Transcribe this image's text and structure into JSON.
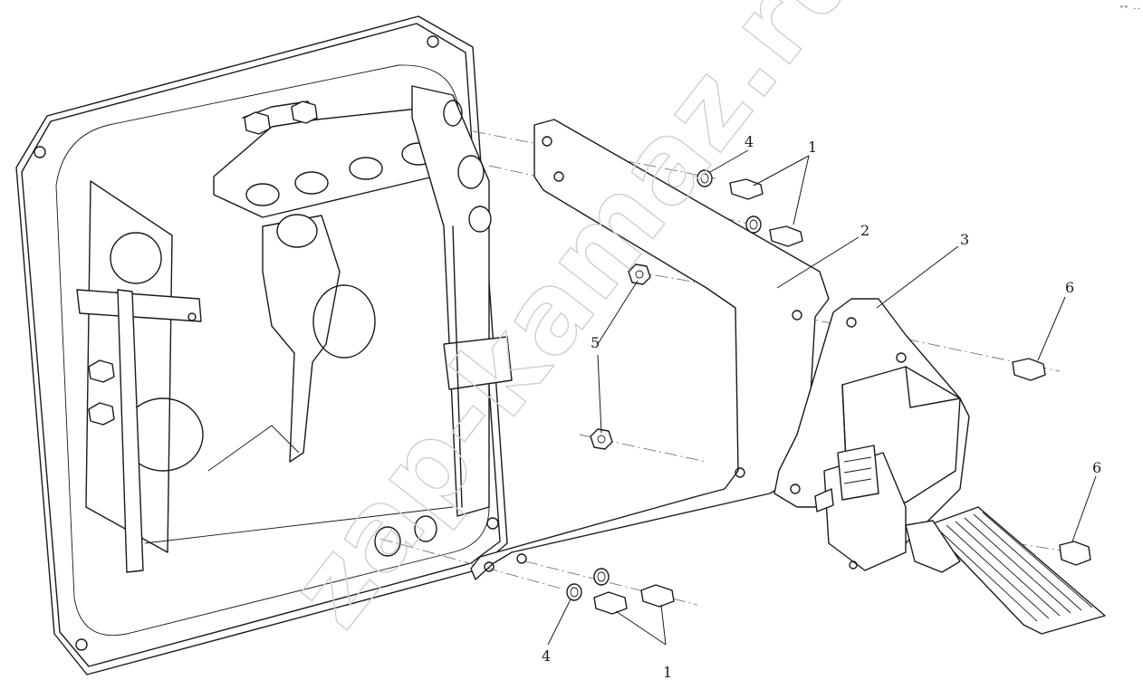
{
  "watermark": "zap-kamaz.ru",
  "corner_mark": "°° ···",
  "callouts": {
    "c1_top": "1",
    "c4_top": "4",
    "c2": "2",
    "c3": "3",
    "c6_top": "6",
    "c5": "5",
    "c6_bottom": "6",
    "c4_bottom": "4",
    "c1_bottom": "1"
  }
}
